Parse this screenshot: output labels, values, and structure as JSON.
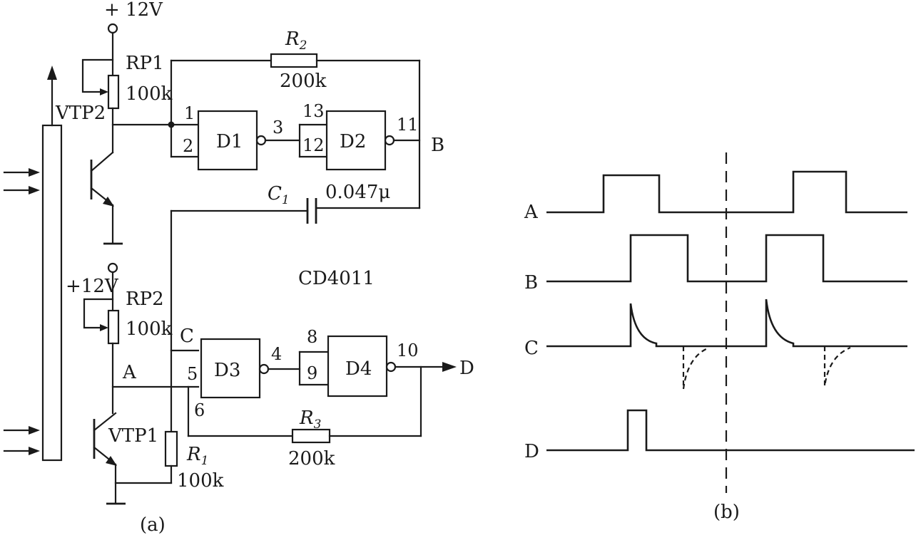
{
  "circuit": {
    "supply_top": "+ 12V",
    "supply_bottom": "+12V",
    "rp1": {
      "name": "RP1",
      "value": "100k"
    },
    "rp2": {
      "name": "RP2",
      "value": "100k"
    },
    "vtp2": "VTP2",
    "vtp1": "VTP1",
    "r2": {
      "name": "R",
      "sub": "2",
      "value": "200k"
    },
    "r3": {
      "name": "R",
      "sub": "3",
      "value": "200k"
    },
    "r1": {
      "name": "R",
      "sub": "1",
      "value": "100k"
    },
    "c1": {
      "name": "C",
      "sub": "1",
      "value": "0.047μ"
    },
    "gates": [
      "D1",
      "D2",
      "D3",
      "D4"
    ],
    "chip": "CD4011",
    "pins": {
      "p1": "1",
      "p2": "2",
      "p3": "3",
      "p13": "13",
      "p12": "12",
      "p11": "11",
      "p8": "8",
      "p9": "9",
      "p4": "4",
      "p10": "10",
      "p5": "5",
      "p6": "6"
    },
    "nodes": {
      "a": "A",
      "b": "B",
      "c": "C",
      "d": "D"
    },
    "caption": "(a)"
  },
  "waveforms": {
    "rows": [
      "A",
      "B",
      "C",
      "D"
    ],
    "caption": "(b)"
  }
}
